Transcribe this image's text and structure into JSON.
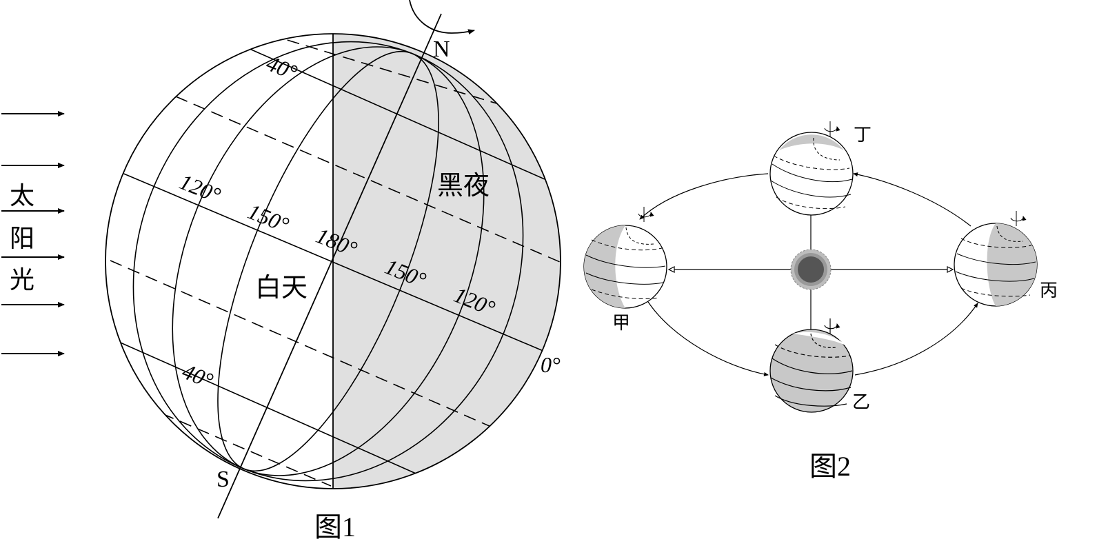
{
  "figure1": {
    "caption": "图1",
    "sunlight_label": [
      "太",
      "阳",
      "光"
    ],
    "north_label": "N",
    "south_label": "S",
    "day_label": "白天",
    "night_label": "黑夜",
    "latitude_labels": [
      "40°",
      "40°"
    ],
    "longitude_labels": [
      "120°",
      "150°",
      "180°",
      "150°",
      "120°",
      "0°"
    ]
  },
  "figure2": {
    "caption": "图2",
    "positions": {
      "jia": "甲",
      "yi": "乙",
      "bing": "丙",
      "ding": "丁"
    }
  },
  "colors": {
    "night_fill": "#e0e0e0",
    "globe_shade": "#c8c8c8",
    "sun_core": "#555555",
    "sun_glow": "#999999",
    "line": "#000000"
  }
}
